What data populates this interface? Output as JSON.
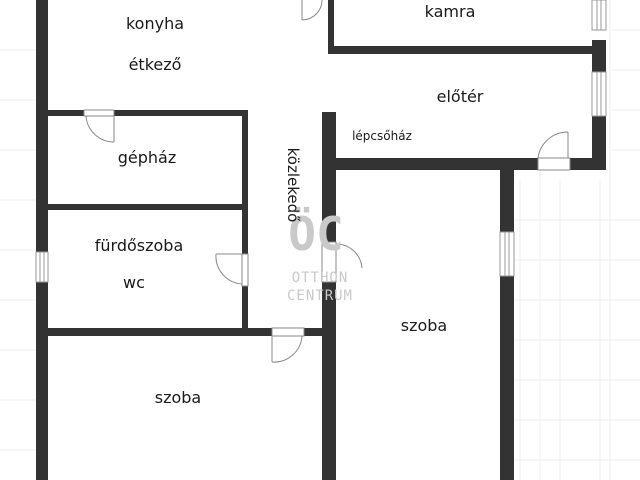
{
  "colors": {
    "wall": "#333333",
    "grid": "#eeeeee",
    "door": "#888888",
    "window": "#999999",
    "watermark": "#c9c9c9"
  },
  "rooms": {
    "konyha": "konyha",
    "etkezo": "étkező",
    "kamra": "kamra",
    "eloter": "előtér",
    "lepcsohaz": "lépcsőház",
    "gephaz": "gépház",
    "kozlekedo": "közlekedő",
    "furdoszoba": "fürdőszoba",
    "wc": "wc",
    "szoba_right": "szoba",
    "szoba_left": "szoba"
  },
  "watermark": {
    "logo": "ÖC",
    "line1": "OTTHON",
    "line2": "CENTRUM"
  }
}
